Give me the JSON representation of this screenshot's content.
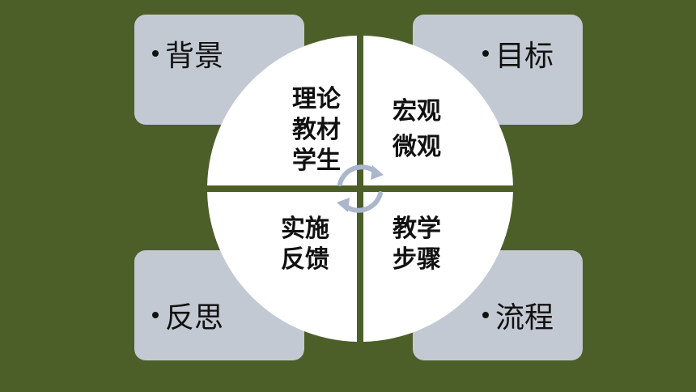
{
  "corners": {
    "top_left": "背景",
    "top_right": "目标",
    "bottom_left": "反思",
    "bottom_right": "流程"
  },
  "quadrants": {
    "top_left": [
      "理论",
      "教材",
      "学生"
    ],
    "top_right": [
      "宏观",
      "微观"
    ],
    "bottom_left": [
      "实施",
      "反馈"
    ],
    "bottom_right": [
      "教学",
      "步骤"
    ]
  },
  "colors": {
    "background": "#4d5f28",
    "box": "#c3c9d3",
    "circle": "#ffffff",
    "arrows": "#aab6cc"
  },
  "icons": {
    "center": "cycle-arrows-icon",
    "bullets": "bullet-icon"
  }
}
